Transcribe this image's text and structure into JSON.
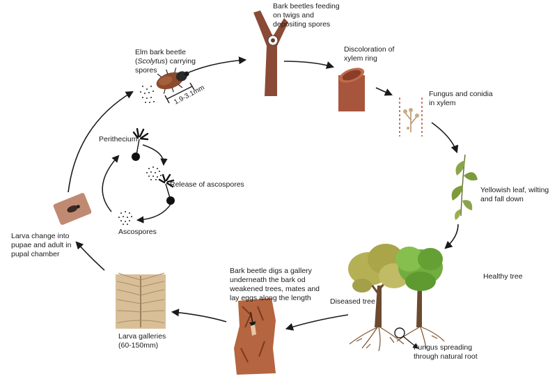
{
  "labels": {
    "bark_feeding": [
      "Bark beetles feeding",
      "on twigs and",
      "depositing spores"
    ],
    "discoloration": [
      "Discoloration of",
      "xylem ring"
    ],
    "fungus_xylem": [
      "Fungus and conidia",
      "in xylem"
    ],
    "yellow_leaf": [
      "Yellowish leaf, wilting",
      "and fall down"
    ],
    "healthy_tree": "Healthy tree",
    "diseased_tree": "Diseased tree",
    "fungus_root": [
      "Fungus spreading",
      "through natural root"
    ],
    "gallery": [
      "Bark beetle digs a gallery",
      "underneath the bark od",
      "weakened trees, mates and",
      "lay eggs along the length"
    ],
    "larva_galleries": [
      "Larva galleries",
      "(60-150mm)"
    ],
    "pupae": [
      "Larva change into",
      "pupae and adult in",
      "pupal chamber"
    ],
    "elm_beetle_line1_pre": "Elm bark beetle",
    "elm_beetle_line2_open": "(",
    "elm_beetle_line2_italic": "Scolytus",
    "elm_beetle_line2_rest": ") carrying",
    "elm_beetle_line3": "spores",
    "size": "1.9-3.1mm",
    "perithecium": "Perithecium",
    "release": "Release of ascospores",
    "ascospores": "Ascospores"
  },
  "colors": {
    "trunk": "#8b4a36",
    "xylem": "#a8553d",
    "leaf": "#7e9a3a",
    "healthy": "#72ad3f",
    "diseased": "#b6b055",
    "root": "#7a5230",
    "gallery_wood": "#d8bf98",
    "bark": "#b5653f",
    "arrow": "#1a1a1a"
  },
  "icons": [
    "beetle-icon",
    "spore-cluster-icon",
    "perithecium-icon",
    "magnifier-icon"
  ]
}
